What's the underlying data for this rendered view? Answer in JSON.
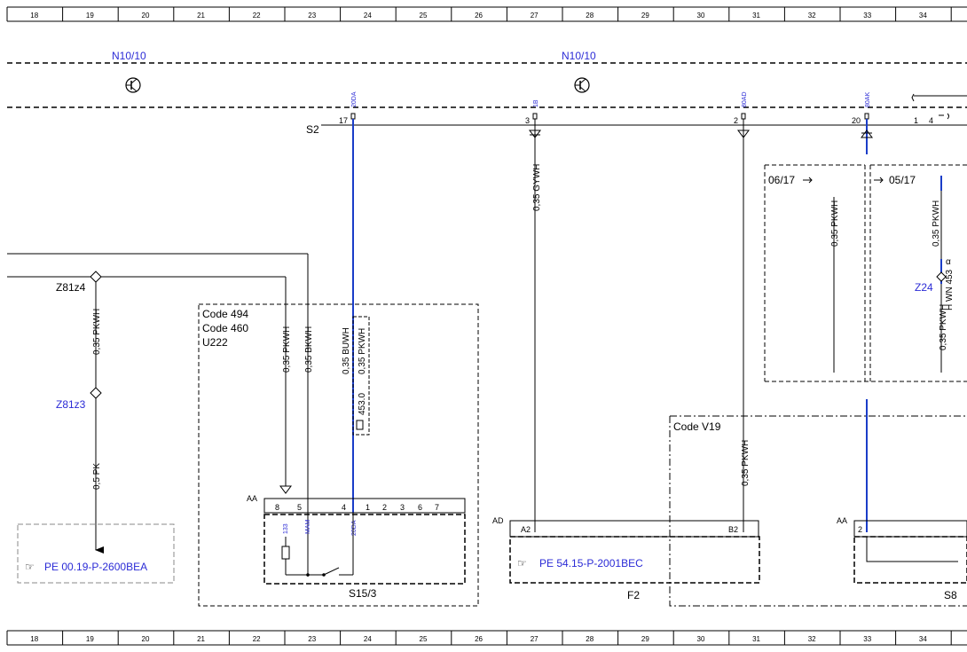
{
  "ruler": {
    "numbers": [
      "18",
      "19",
      "20",
      "21",
      "22",
      "23",
      "24",
      "25",
      "26",
      "27",
      "28",
      "29",
      "30",
      "31",
      "32",
      "33",
      "34"
    ]
  },
  "top": {
    "n10_left": "N10/10",
    "n10_right": "N10/10",
    "s2": "S2",
    "pins": [
      "17",
      "3",
      "2",
      "20"
    ],
    "pins_far": [
      "1",
      "4"
    ],
    "wire_codes": [
      "20DA",
      "1B",
      "80AD",
      "80AK"
    ]
  },
  "wires": {
    "gywh": "0,35 GYWH",
    "pkwh_r1": "0,35 PKWH",
    "pkwh_r2": "0,35 PKWH",
    "pkwh_r3": "0,35 PKWH",
    "pkwh_r4": "0,35 PKWH",
    "pkwh_left": "0,35 PKWH",
    "pk_left": "0,5 PK",
    "pkwh_code": "0,35 PKWH",
    "bkwh_code": "0,35 BKWH",
    "buwh_code": "0,35 BUWH",
    "pkwh_code2": "0,35 PKWH",
    "pkwh_v19": "0,35 PKWH"
  },
  "splices": {
    "z81z4": "Z81z4",
    "z81z3": "Z81z3",
    "z24": "Z24"
  },
  "boxes": {
    "dates_left": "06/17",
    "dates_right": "05/17",
    "code494": "Code 494",
    "code460": "Code 460",
    "u222": "U222",
    "code_v19": "Code V19",
    "comp_453": "453.0",
    "comp_wn": "H WN 453",
    "alpha": "α"
  },
  "connectors": {
    "aa_left": "AA",
    "ad": "AD",
    "aa_right": "AA",
    "pins_s15": [
      "8",
      "5",
      "4",
      "1",
      "2",
      "3",
      "6",
      "7"
    ],
    "f2_pins": [
      "A2",
      "B2"
    ],
    "right_pin": "2",
    "small_codes": [
      "133",
      "MAM",
      "20DA"
    ]
  },
  "refs": {
    "pe_left": "PE 00.19-P-2600BEA",
    "pe_mid": "PE 54.15-P-2001BEC"
  },
  "components": {
    "s15_3": "S15/3",
    "f2": "F2",
    "s8": "S8"
  },
  "colors": {
    "blue_wire": "#1a3dc8",
    "blue_text": "#2b2bd6"
  }
}
